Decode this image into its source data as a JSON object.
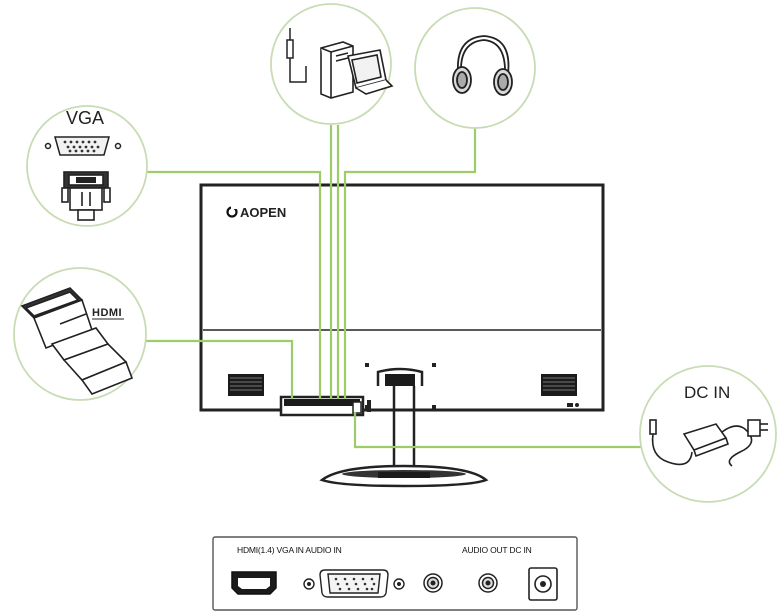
{
  "brand": {
    "logo_text": "AOPEN"
  },
  "callouts": {
    "vga": {
      "label": "VGA"
    },
    "hdmi": {
      "label": "HDMI"
    },
    "dc_in": {
      "label": "DC IN"
    }
  },
  "port_panel": {
    "left_text": "HDMI(1.4) VGA IN AUDIO IN",
    "right_text": "AUDIO OUT DC IN"
  },
  "colors": {
    "connector_line": "#9ccd6a",
    "callout_border": "#c8dcb4",
    "drawing": "#222222"
  }
}
